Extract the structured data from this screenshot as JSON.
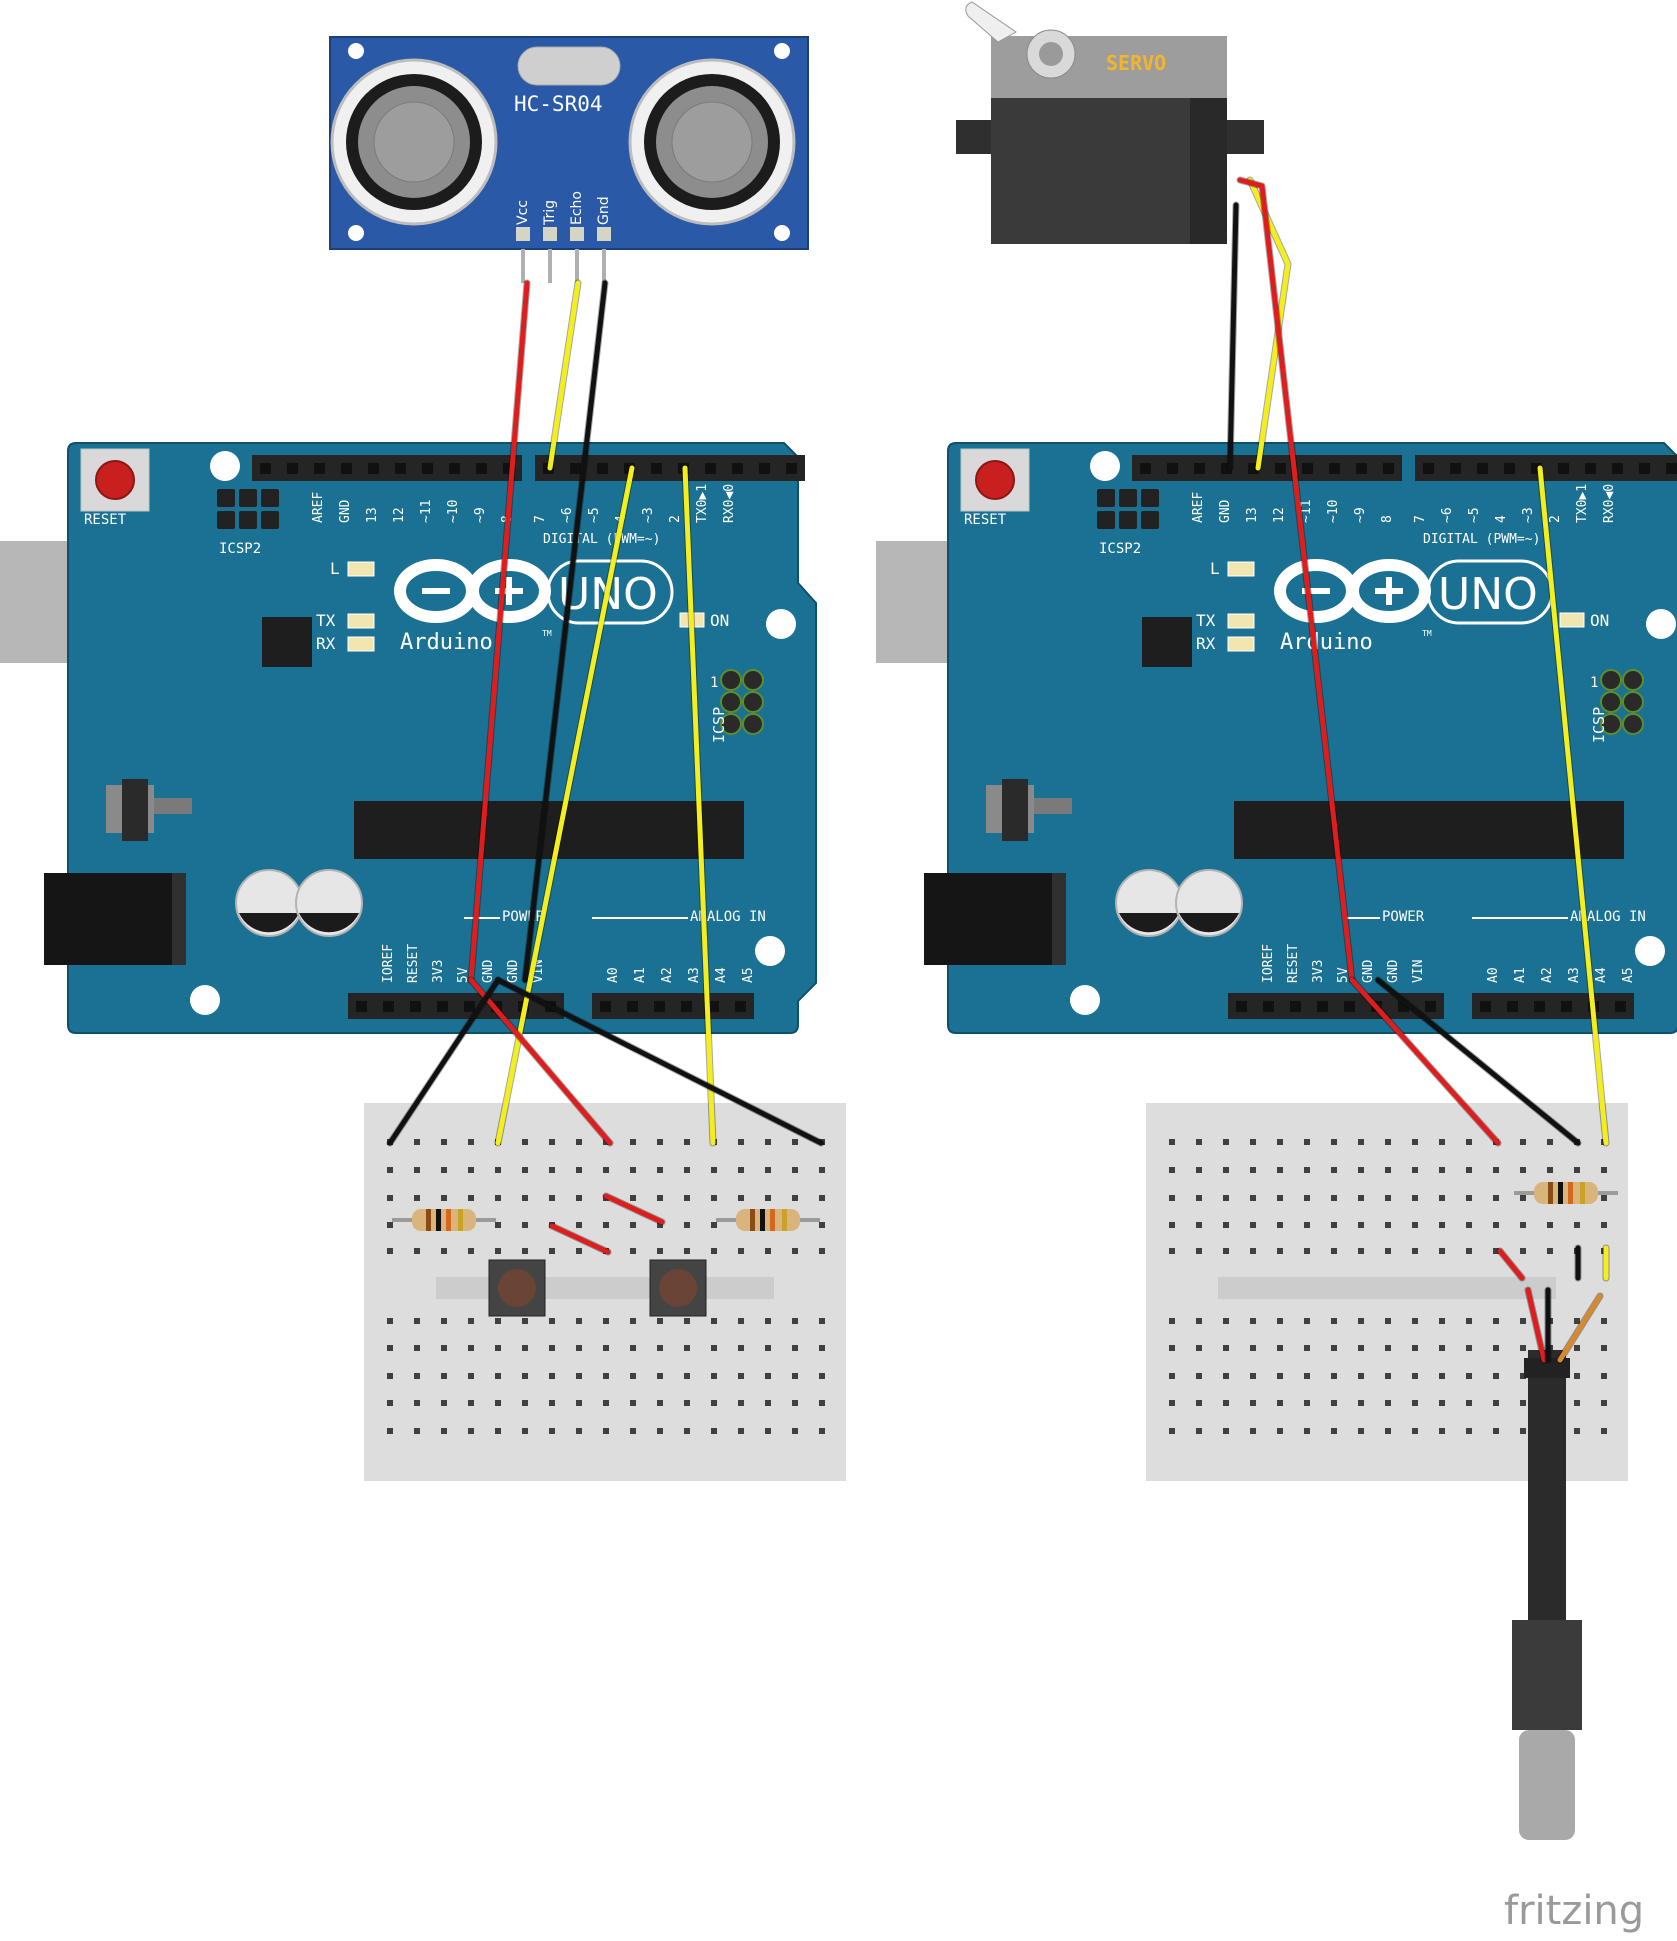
{
  "sensor": {
    "title": "HC-SR04",
    "pins": [
      "Vcc",
      "Trig",
      "Echo",
      "Gnd"
    ]
  },
  "servo": {
    "label": "SERVO"
  },
  "arduino": {
    "reset": "RESET",
    "icsp2": "ICSP2",
    "icsp": "ICSP",
    "icsp_pin": "1",
    "led_l": "L",
    "tx": "TX",
    "rx": "RX",
    "on": "ON",
    "uno": "UNO",
    "brand": "Arduino",
    "tm": "TM",
    "digital": "DIGITAL (PWM=~)",
    "power": "POWER",
    "analog": "ANALOG IN",
    "header_top": [
      "AREF",
      "GND",
      "13",
      "12",
      "~11",
      "~10",
      "~9",
      "8",
      "7",
      "~6",
      "~5",
      "4",
      "~3",
      "2",
      "TX0▶1",
      "RX0◀0"
    ],
    "header_power": [
      "IOREF",
      "RESET",
      "3V3",
      "5V",
      "GND",
      "GND",
      "VIN"
    ],
    "header_analog": [
      "A0",
      "A1",
      "A2",
      "A3",
      "A4",
      "A5"
    ]
  },
  "footer": {
    "watermark": "fritzing"
  }
}
